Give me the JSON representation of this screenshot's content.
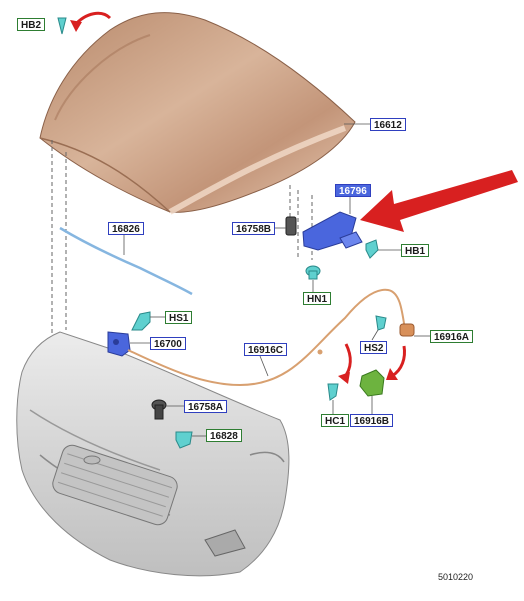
{
  "diagram": {
    "number": "5010220",
    "callouts": [
      {
        "id": "HB2",
        "label": "HB2",
        "style": "green"
      },
      {
        "id": "16612",
        "label": "16612",
        "style": "blue"
      },
      {
        "id": "16796",
        "label": "16796",
        "style": "blue-filled"
      },
      {
        "id": "16758B",
        "label": "16758B",
        "style": "blue"
      },
      {
        "id": "HB1",
        "label": "HB1",
        "style": "green"
      },
      {
        "id": "16826",
        "label": "16826",
        "style": "blue"
      },
      {
        "id": "HN1",
        "label": "HN1",
        "style": "green"
      },
      {
        "id": "HS1",
        "label": "HS1",
        "style": "green"
      },
      {
        "id": "16700",
        "label": "16700",
        "style": "blue"
      },
      {
        "id": "16916C",
        "label": "16916C",
        "style": "blue"
      },
      {
        "id": "16916A",
        "label": "16916A",
        "style": "green"
      },
      {
        "id": "HS2",
        "label": "HS2",
        "style": "blue"
      },
      {
        "id": "16758A",
        "label": "16758A",
        "style": "blue"
      },
      {
        "id": "16828",
        "label": "16828",
        "style": "green"
      },
      {
        "id": "HC1",
        "label": "HC1",
        "style": "green"
      },
      {
        "id": "16916B",
        "label": "16916B",
        "style": "blue"
      }
    ],
    "colors": {
      "hood": "#c9a083",
      "bumper": "#d9d9d9",
      "latch": "#4a66dd",
      "clip": "#5fd0cf",
      "cable": "#d8a070",
      "handle": "#6db33f",
      "arrow": "#d82020",
      "leader": "#555555"
    }
  }
}
